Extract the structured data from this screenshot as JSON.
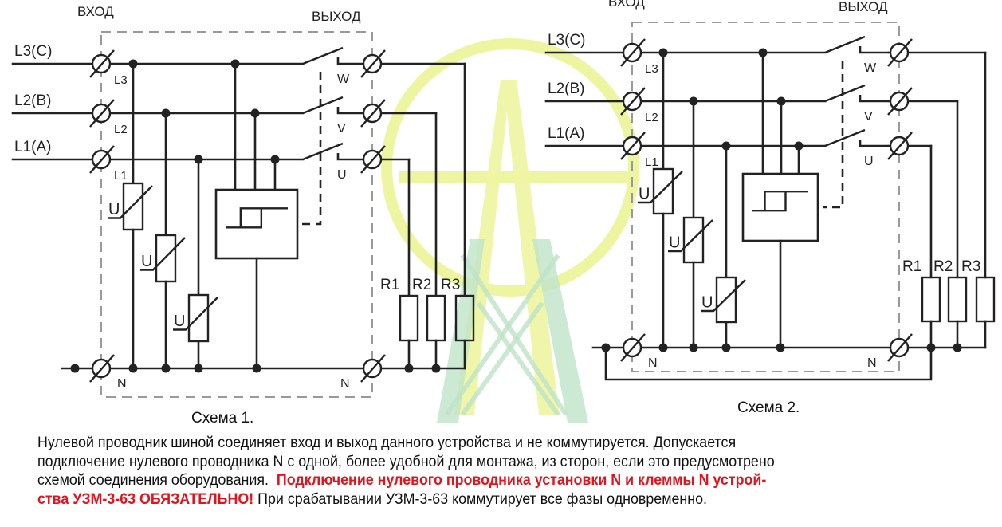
{
  "colors": {
    "line": "#222222",
    "dashed_frame": "#999999",
    "warning": "#e0141e",
    "watermark_yellow": "#eef5a0",
    "watermark_green": "#bfe3c8"
  },
  "schemes": [
    {
      "id": "scheme-1",
      "caption": "Схема 1.",
      "input_header": "ВХОД",
      "output_header": "ВЫХОД",
      "supply_lines": [
        "L3(C)",
        "L2(B)",
        "L1(A)"
      ],
      "input_terminals": [
        "L3",
        "L2",
        "L1"
      ],
      "output_terminals": [
        "W",
        "V",
        "U"
      ],
      "neutral_in_label": "N",
      "neutral_out_label": "N",
      "varistor_symbol": "U",
      "loads": [
        "R1",
        "R2",
        "R3"
      ],
      "neutral_bypass": false
    },
    {
      "id": "scheme-2",
      "caption": "Схема 2.",
      "input_header": "ВХОД",
      "output_header": "ВЫХОД",
      "supply_lines": [
        "L3(C)",
        "L2(B)",
        "L1(A)"
      ],
      "input_terminals": [
        "L3",
        "L2",
        "L1"
      ],
      "output_terminals": [
        "W",
        "V",
        "U"
      ],
      "neutral_in_label": "N",
      "neutral_out_label": "N",
      "varistor_symbol": "U",
      "loads": [
        "R1",
        "R2",
        "R3"
      ],
      "neutral_bypass": true
    }
  ],
  "description": {
    "normal_1": "Нулевой проводник шиной соединяет вход и выход данного устройства и не коммутируется. Допускается",
    "normal_2": "подключение нулевого проводника N с одной, более удобной для монтажа, из сторон, если это предусмотрено",
    "normal_3": "схемой соединения оборудования.",
    "warning_3": "Подключение  нулевого проводника установки N и клеммы N устрой-",
    "warning_4": "ства УЗМ-3-63 ОБЯЗАТЕЛЬНО!",
    "normal_4": "При срабатывании УЗМ-3-63 коммутирует все фазы одновременно."
  }
}
